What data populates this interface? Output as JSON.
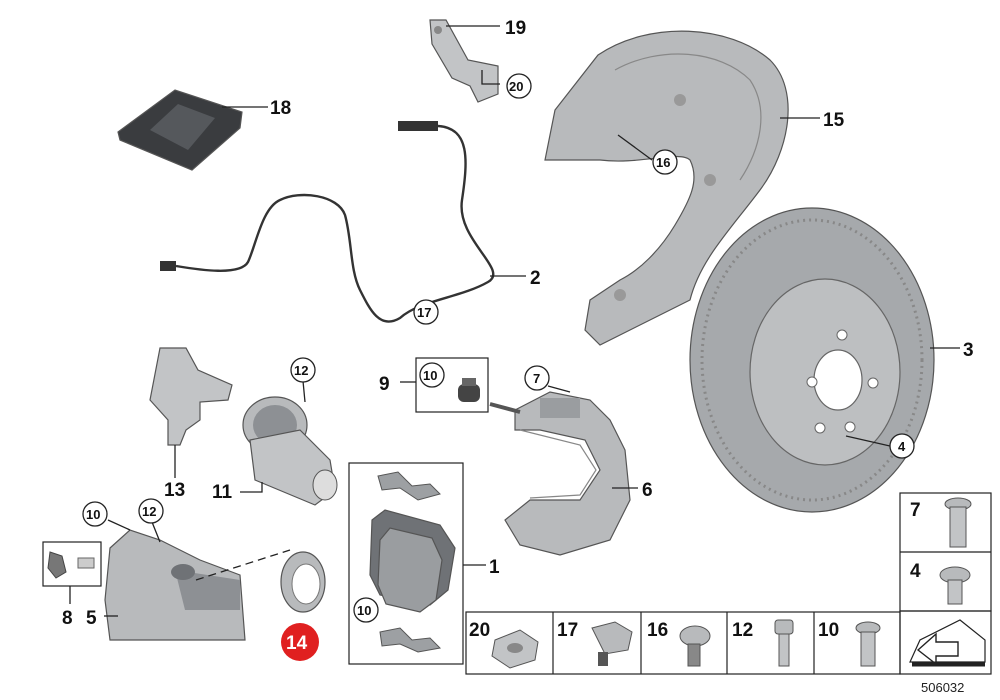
{
  "diagram_id": "506032",
  "colors": {
    "part_fill": "#b8babc",
    "part_dark": "#7d8084",
    "part_light": "#d8dadc",
    "line": "#222222",
    "highlight": "#e02020"
  },
  "callouts": {
    "c1": "1",
    "c2": "2",
    "c3": "3",
    "c4": "4",
    "c5": "5",
    "c6": "6",
    "c7": "7",
    "c8": "8",
    "c9": "9",
    "c11": "11",
    "c13": "13",
    "c15": "15",
    "c18": "18",
    "c19": "19",
    "k4": "4",
    "k7": "7",
    "k10a": "10",
    "k10b": "10",
    "k10c": "10",
    "k12a": "12",
    "k12b": "12",
    "k16": "16",
    "k17": "17",
    "k20": "20",
    "k14": "14"
  },
  "legend": [
    {
      "id": "20",
      "label": "20"
    },
    {
      "id": "17",
      "label": "17"
    },
    {
      "id": "16",
      "label": "16"
    },
    {
      "id": "12",
      "label": "12"
    },
    {
      "id": "10",
      "label": "10"
    }
  ],
  "side_legend": [
    {
      "id": "7",
      "label": "7"
    },
    {
      "id": "4",
      "label": "4"
    }
  ]
}
